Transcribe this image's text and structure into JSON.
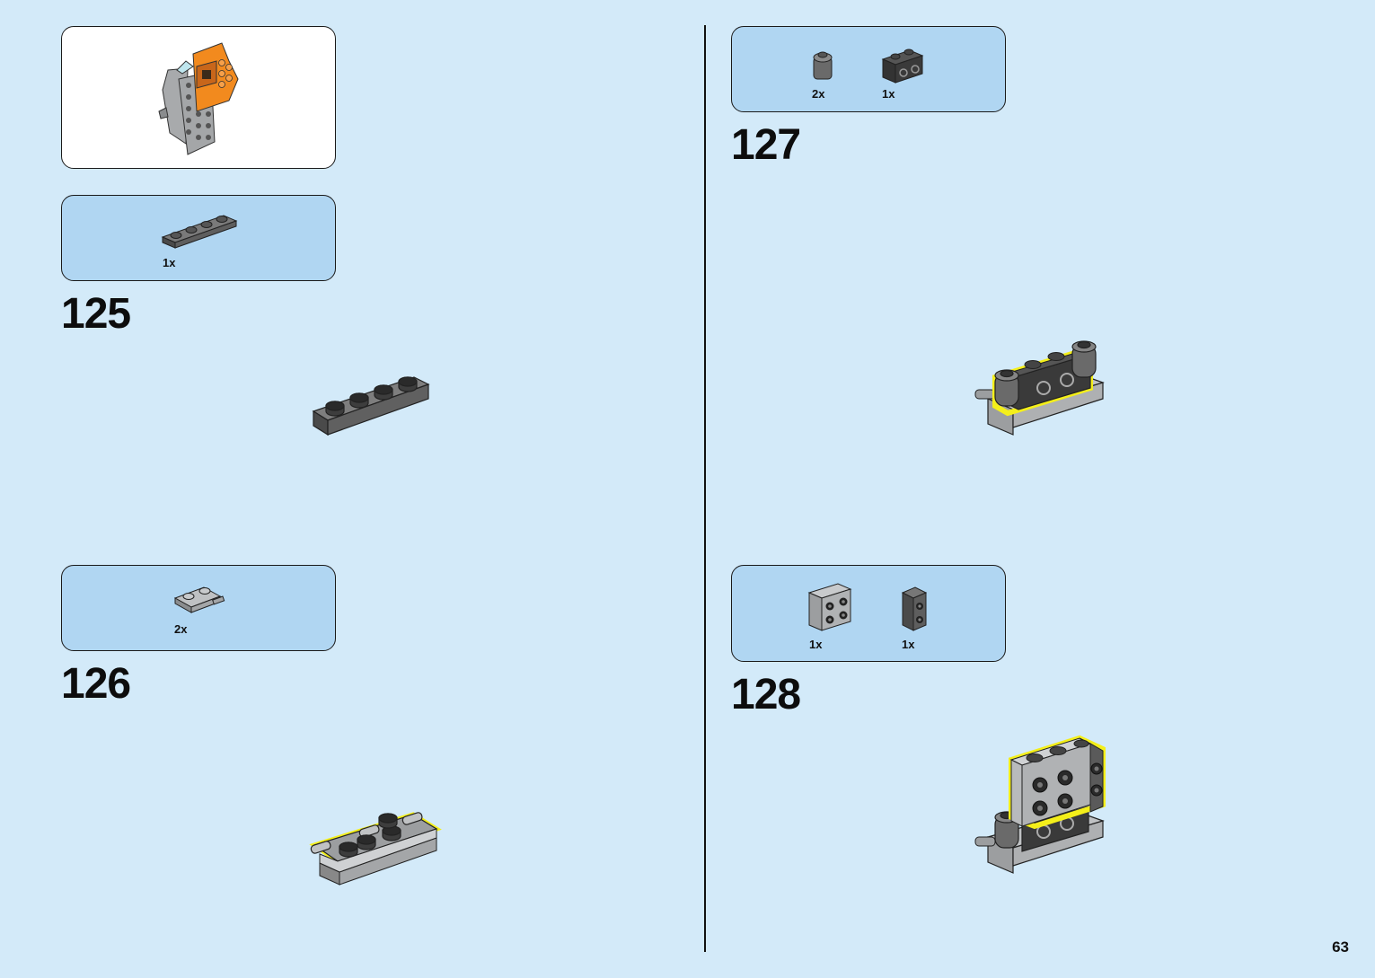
{
  "page": {
    "number": "63"
  },
  "steps": {
    "s125": {
      "number": "125",
      "parts": [
        {
          "qty": "1x",
          "icon": "dark-gray-plate-1x4"
        }
      ]
    },
    "s126": {
      "number": "126",
      "parts": [
        {
          "qty": "2x",
          "icon": "light-gray-plate-with-bar-handles"
        }
      ]
    },
    "s127": {
      "number": "127",
      "parts": [
        {
          "qty": "2x",
          "icon": "round-brick-1x1"
        },
        {
          "qty": "1x",
          "icon": "black-brick-1x2-with-studs-on-side"
        }
      ]
    },
    "s128": {
      "number": "128",
      "parts": [
        {
          "qty": "1x",
          "icon": "light-gray-brick-2x2-with-side-studs"
        },
        {
          "qty": "1x",
          "icon": "dark-gray-brick-1x1-with-side-studs"
        }
      ]
    }
  },
  "colors": {
    "background": "#d3eaf9",
    "parts_box": "#b0d6f2",
    "highlight": "#f4ef1a",
    "orange": "#f28a1e",
    "dark_gray": "#5e5e5e",
    "light_gray": "#a4a6a8"
  }
}
